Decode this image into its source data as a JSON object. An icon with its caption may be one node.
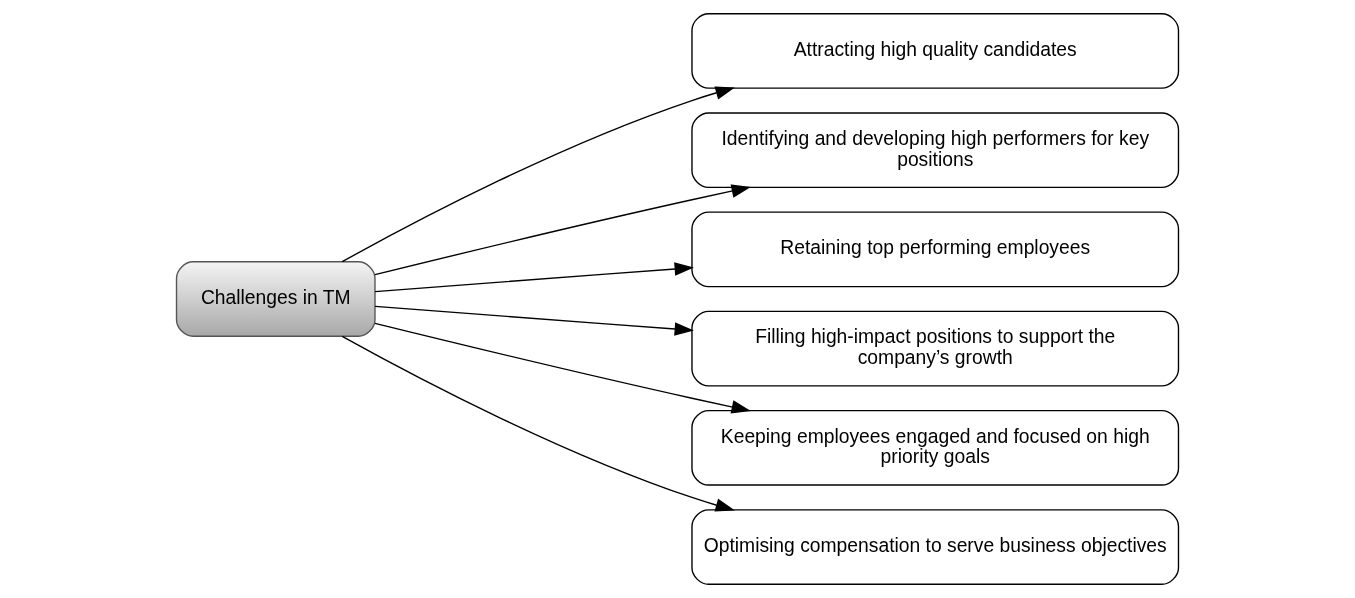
{
  "diagram": {
    "nodes": [
      {
        "text": [
          "Challenges in TM"
        ]
      },
      {
        "text": [
          "Attracting high quality candidates"
        ]
      },
      {
        "text": [
          "Identifying and developing high performers for key positions"
        ]
      },
      {
        "text": [
          "Retaining top performing employees"
        ]
      },
      {
        "text": [
          "Filling high-impact positions to support the company’s growth"
        ]
      },
      {
        "text": [
          "Keeping employees engaged and focused on high priority goals"
        ]
      },
      {
        "text": [
          "Optimising compensation to serve business objectives"
        ]
      }
    ],
    "edges": [
      {
        "from": 0,
        "to": 1,
        "arrow": "to"
      },
      {
        "from": 0,
        "to": 2,
        "arrow": "to"
      },
      {
        "from": 0,
        "to": 3,
        "arrow": "to"
      },
      {
        "from": 0,
        "to": 4,
        "arrow": "to"
      },
      {
        "from": 0,
        "to": 5,
        "arrow": "to"
      },
      {
        "from": 0,
        "to": 6,
        "arrow": "to"
      }
    ]
  }
}
